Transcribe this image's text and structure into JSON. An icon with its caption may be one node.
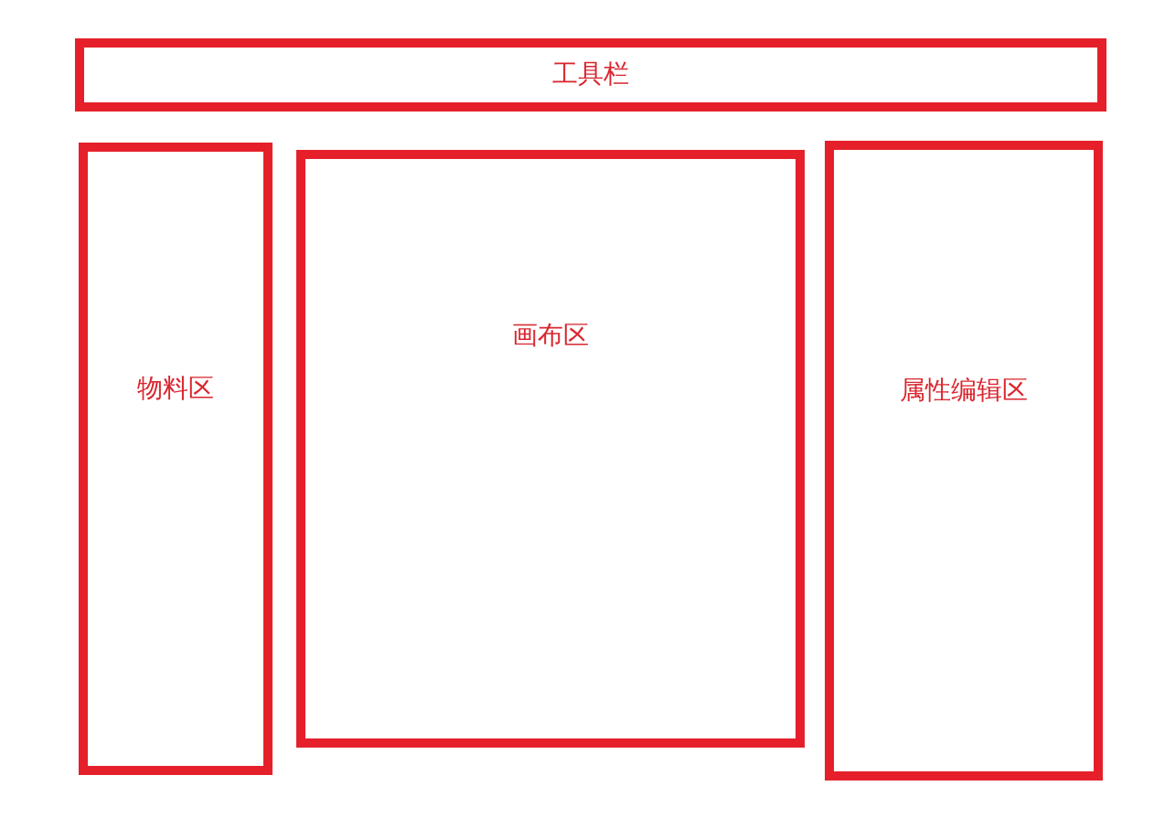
{
  "diagram": {
    "nodes": [
      {
        "text": [
          "工具栏"
        ]
      },
      {
        "text": [
          "物料区"
        ]
      },
      {
        "text": [
          "画布区"
        ]
      },
      {
        "text": [
          "属性编辑区"
        ]
      }
    ]
  }
}
